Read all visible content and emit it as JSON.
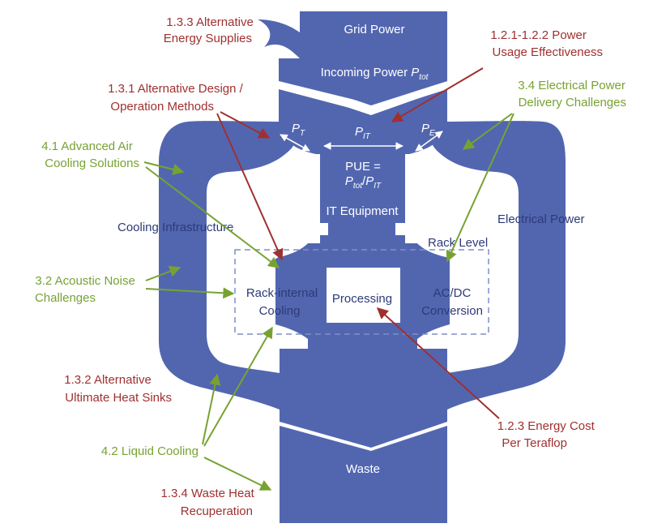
{
  "diagram": {
    "grid_power": "Grid Power",
    "incoming_power": "Incoming Power ",
    "incoming_power_var": "P",
    "incoming_power_sub": "tot",
    "pt_var": "P",
    "pt_sub": "T",
    "pit_var": "P",
    "pit_sub": "IT",
    "pe_var": "P",
    "pe_sub": "E",
    "pue_line1": "PUE =",
    "pue_num_var": "P",
    "pue_num_sub": "tot",
    "pue_slash": "/",
    "pue_den_var": "P",
    "pue_den_sub": "IT",
    "it_equipment": "IT Equipment",
    "cooling_infrastructure": "Cooling Infrastructure",
    "electrical_power": "Electrical Power",
    "rack_level": "Rack Level",
    "rack_internal_line1": "Rack-internal",
    "rack_internal_line2": "Cooling",
    "processing": "Processing",
    "acdc_line1": "AC/DC",
    "acdc_line2": "Conversion",
    "waste": "Waste"
  },
  "labels": {
    "alt_energy": [
      "1.3.3 Alternative",
      "Energy Supplies"
    ],
    "pue_eff": [
      "1.2.1-1.2.2 Power",
      "Usage Effectiveness"
    ],
    "alt_design": [
      "1.3.1 Alternative Design /",
      "Operation Methods"
    ],
    "elec_delivery": [
      "3.4 Electrical Power",
      "Delivery Challenges"
    ],
    "adv_air": [
      "4.1 Advanced Air",
      "Cooling Solutions"
    ],
    "acoustic": [
      "3.2 Acoustic Noise",
      "Challenges"
    ],
    "alt_heat_sinks": [
      "1.3.2 Alternative",
      "Ultimate Heat Sinks"
    ],
    "energy_cost": [
      "1.2.3 Energy Cost",
      "Per Teraflop"
    ],
    "liquid": [
      "4.2 Liquid Cooling"
    ],
    "waste_heat": [
      "1.3.4 Waste Heat",
      "Recuperation"
    ]
  },
  "colors": {
    "shape": "#5266b0",
    "red_label": "#a03030",
    "green_label": "#77a232",
    "dark_text": "#2d3a78"
  }
}
